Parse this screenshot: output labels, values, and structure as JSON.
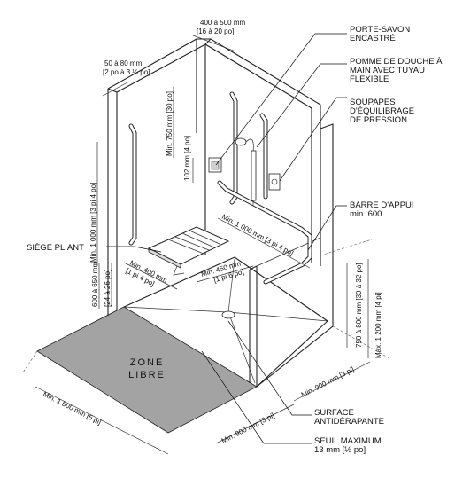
{
  "labels": {
    "porte_savon": [
      "PORTE-SAVON",
      "ENCASTRÉ"
    ],
    "pomme_douche": [
      "POMME DE DOUCHE À",
      "MAIN AVEC TUYAU",
      "FLEXIBLE"
    ],
    "soupapes": [
      "SOUPAPES",
      "D'ÉQUILIBRAGE",
      "DE PRESSION"
    ],
    "barre_appui": [
      "BARRE D'APPUI",
      "min. 600"
    ],
    "siege_pliant": "SIÈGE PLIANT",
    "surface": [
      "SURFACE",
      "ANTIDÉRAPANTE"
    ],
    "seuil": [
      "SEUIL MAXIMUM",
      "13 mm [½ po]"
    ],
    "zone_libre": [
      "ZONE",
      "LIBRE"
    ]
  },
  "dimensions": {
    "d400_500": "400 à 500 mm",
    "d16_20": "[16 à 20 po]",
    "d50_80": "50 à 80 mm",
    "d2_3": "[2 po à 3 ¼ po]",
    "min750": "Min. 750 mm [30 po]",
    "d102": "102 mm [4 po]",
    "min1000v": "Min. 1 000 mm [3 pi 4 po]",
    "min1000h": "Min. 1 000 mm [3 pi 4 po]",
    "min400": [
      "Min. 400 mm",
      "[1 pi 4 po]"
    ],
    "min450": [
      "Min. 450 mm",
      "[1 pi 6 po]"
    ],
    "d600_650": "600 à 650 mm",
    "d24_26": "[24 à 26 po]",
    "d750_800": "750 à 800 mm [30 à 32 po]",
    "max1200": "Max. 1 200 mm [4 pi]",
    "min900a": "Min. 900 mm [3 pi]",
    "min900b": "Min. 900 mm [3 pi]",
    "min1500": "Min. 1 500 mm [5 pi]"
  },
  "colors": {
    "zone_fill": "#a3a3a3",
    "line": "#222222"
  }
}
